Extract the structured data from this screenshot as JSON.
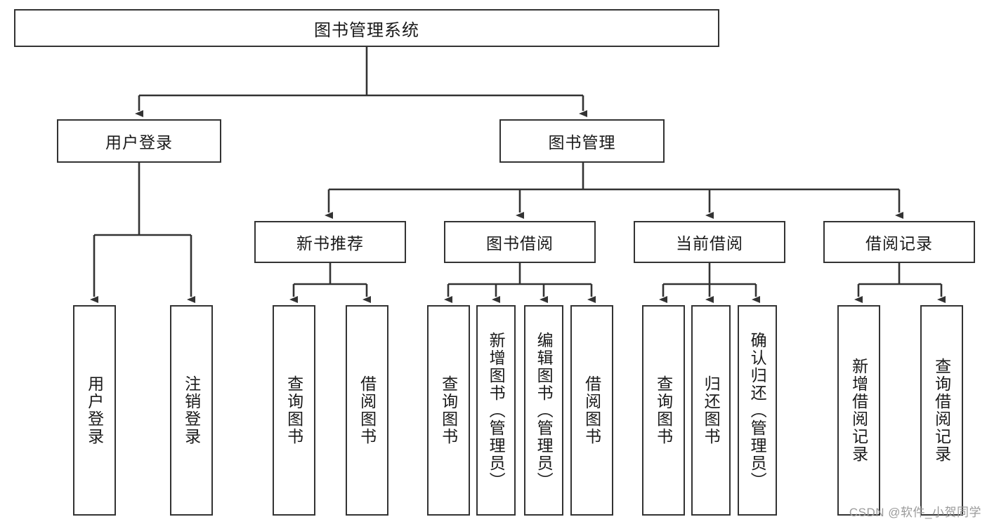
{
  "diagram": {
    "title": "图书管理系统",
    "type": "hierarchy-tree",
    "background": "#ffffff",
    "box_border_color": "#333333",
    "text_color": "#1a1a1a",
    "root": {
      "label": "图书管理系统"
    },
    "level2": [
      {
        "label": "用户登录"
      },
      {
        "label": "图书管理"
      }
    ],
    "level3": [
      {
        "label": "新书推荐"
      },
      {
        "label": "图书借阅"
      },
      {
        "label": "当前借阅"
      },
      {
        "label": "借阅记录"
      }
    ],
    "leaves": {
      "user_login": [
        {
          "label": "用户登录"
        },
        {
          "label": "注销登录"
        }
      ],
      "new_book": [
        {
          "label": "查询图书"
        },
        {
          "label": "借阅图书"
        }
      ],
      "borrow_book": [
        {
          "label": "查询图书"
        },
        {
          "label": "新增图书（管理员）"
        },
        {
          "label": "编辑图书（管理员）"
        },
        {
          "label": "借阅图书"
        }
      ],
      "current_borrow": [
        {
          "label": "查询图书"
        },
        {
          "label": "归还图书"
        },
        {
          "label": "确认归还（管理员）"
        }
      ],
      "borrow_record": [
        {
          "label": "新增借阅记录"
        },
        {
          "label": "查询借阅记录"
        }
      ]
    },
    "watermark": "CSDN @软件_小贺同学"
  }
}
